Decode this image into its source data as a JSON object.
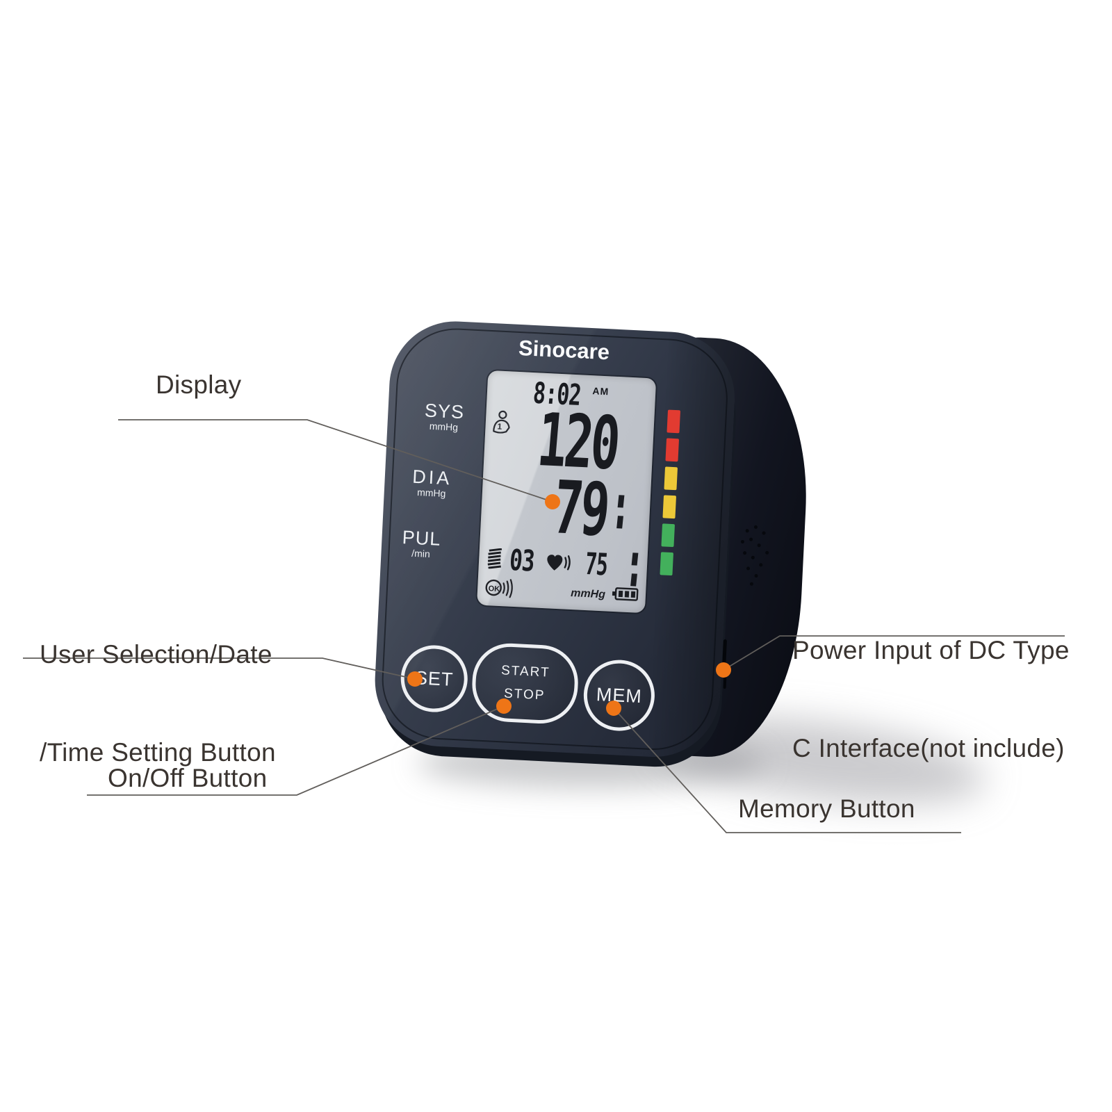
{
  "product": {
    "brand": "Sinocare",
    "metrics": [
      {
        "label": "SYS",
        "unit": "mmHg"
      },
      {
        "label": "DIA",
        "unit": "mmHg"
      },
      {
        "label": "PUL",
        "unit": "/min"
      }
    ],
    "display": {
      "time": "8:02",
      "meridiem": "AM",
      "user_number": "1",
      "systolic": "120",
      "diastolic": "79",
      "memory_index": "03",
      "pulse": "75",
      "unit": "mmHg",
      "ok_label": "OK"
    },
    "buttons": {
      "set": "SET",
      "start": "START",
      "stop": "STOP",
      "memory": "MEM"
    }
  },
  "callouts": [
    {
      "id": "display",
      "text": "Display"
    },
    {
      "id": "user-setting",
      "lines": [
        "User Selection/Date",
        "/Time Setting Button"
      ]
    },
    {
      "id": "on-off",
      "text": "On/Off Button"
    },
    {
      "id": "power-input",
      "lines": [
        "Power Input of DC Type",
        "C Interface(not include)"
      ]
    },
    {
      "id": "memory",
      "text": "Memory Button"
    }
  ],
  "indicator": {
    "colors": [
      "#e23b31",
      "#e23b31",
      "#ecc838",
      "#ecc838",
      "#43b05c",
      "#43b05c"
    ]
  },
  "colors": {
    "accent": "#ee7517",
    "device_body": "#2f3645",
    "device_side": "#12151f",
    "lcd_background": "#c6cad0",
    "button_ring": "#eef0f3",
    "start_stop_divider": "#c23034",
    "callout_text": "#3a3430",
    "callout_line": "#615e5b"
  },
  "icons": {
    "user": "user-icon",
    "memory_log": "memory-log-icon",
    "heart": "heart-pulse-icon",
    "ok_voice": "voice-ok-icon",
    "battery": "battery-icon",
    "speaker": "speaker-holes",
    "port": "usb-c-port"
  }
}
